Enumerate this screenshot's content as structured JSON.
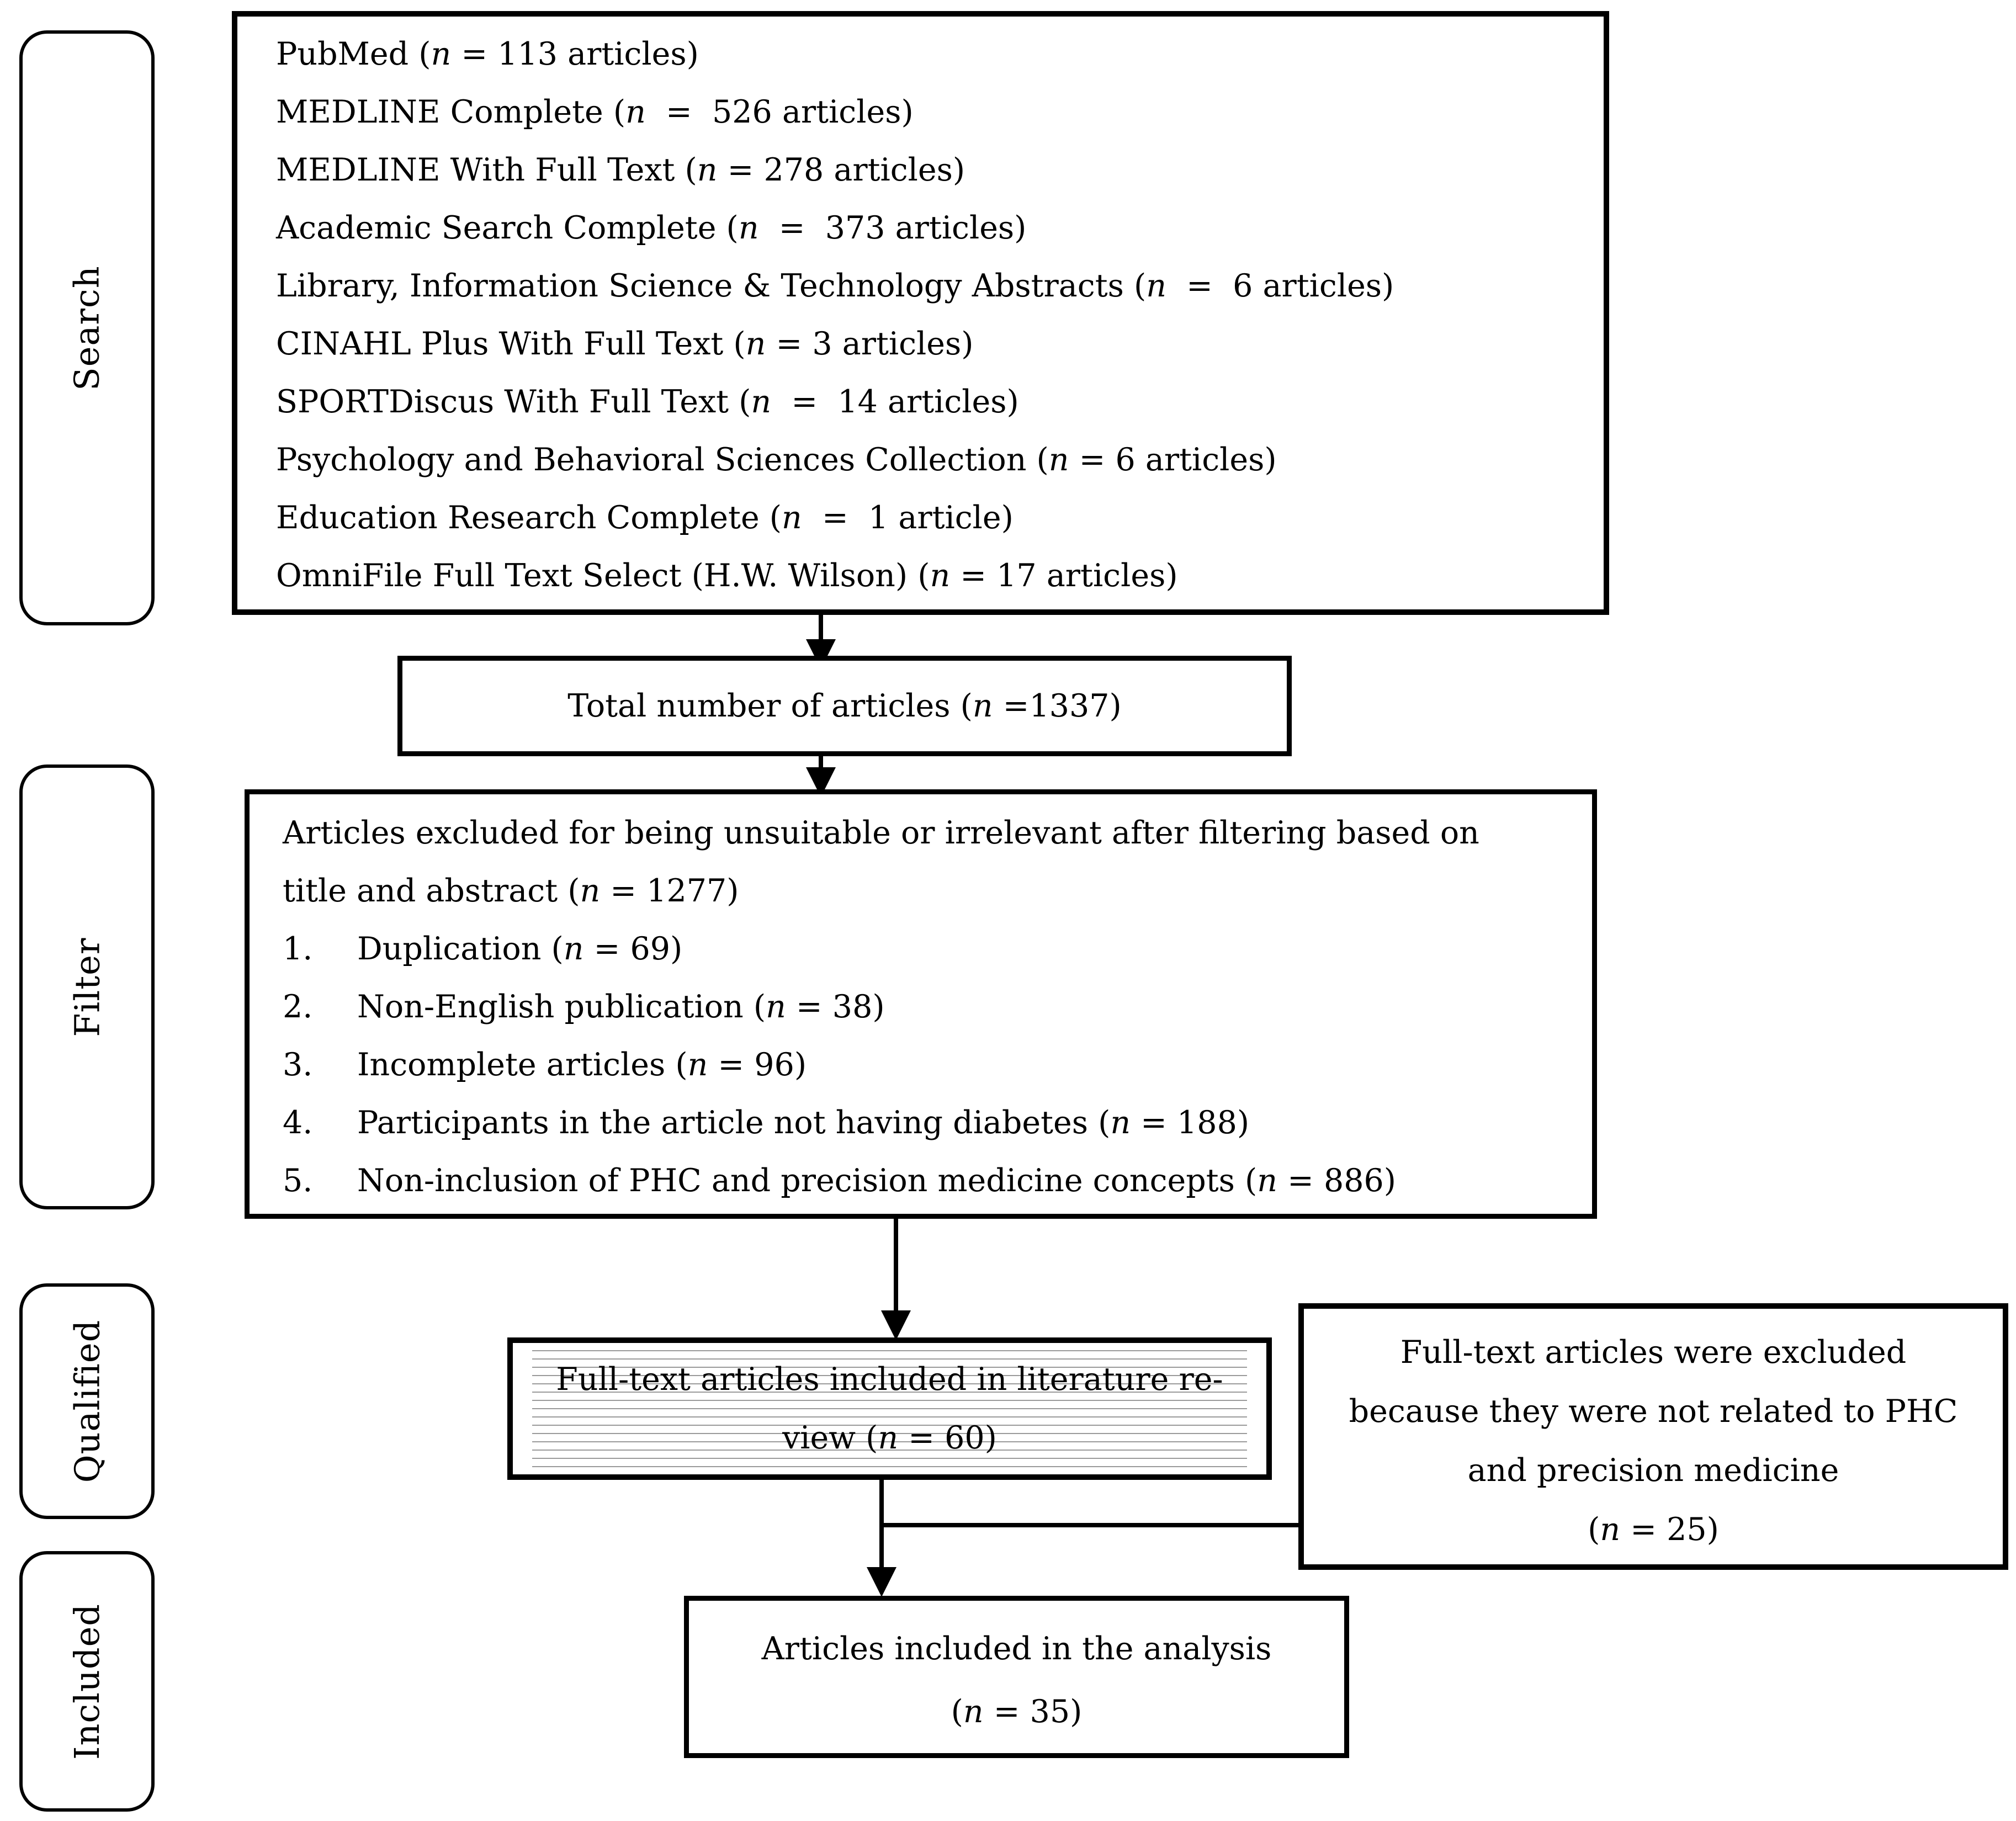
{
  "colors": {
    "ink": "#000000",
    "background": "#ffffff",
    "stripe_shading": "#9a9a9a"
  },
  "stages": [
    {
      "label": "Search"
    },
    {
      "label": "Filter"
    },
    {
      "label": "Qualified"
    },
    {
      "label": "Included"
    }
  ],
  "search_box": {
    "lines": [
      "PubMed (n = 113 articles)",
      "MEDLINE Complete (n  =  526 articles)",
      "MEDLINE With Full Text (n = 278 articles)",
      "Academic Search Complete (n  =  373 articles)",
      "Library, Information Science & Technology Abstracts (n  =  6 articles)",
      "CINAHL Plus With Full Text (n = 3 articles)",
      "SPORTDiscus With Full Text (n  =  14 articles)",
      "Psychology and Behavioral Sciences Collection (n = 6 articles)",
      "Education Research Complete (n  =  1 article)",
      "OmniFile Full Text Select (H.W. Wilson) (n = 17 articles)"
    ]
  },
  "total_box": {
    "text": "Total number of articles (n =1337)"
  },
  "filter_box": {
    "heading_lines": [
      "Articles excluded for being unsuitable or irrelevant after filtering based on",
      "title and abstract (n = 1277)"
    ],
    "items": [
      {
        "num": "1.",
        "text": "Duplication (n = 69)"
      },
      {
        "num": "2.",
        "text": "Non-English publication (n = 38)"
      },
      {
        "num": "3.",
        "text": "Incomplete articles (n = 96)"
      },
      {
        "num": "4.",
        "text": "Participants in the article not having diabetes (n = 188)"
      },
      {
        "num": "5.",
        "text": "Non-inclusion of PHC and precision medicine concepts (n = 886)"
      }
    ]
  },
  "qualified_box": {
    "lines": [
      "Full-text articles included in literature re-",
      "view (n = 60)"
    ]
  },
  "excluded_box": {
    "lines": [
      "Full-text articles were excluded",
      "because they were not related to PHC",
      "and precision medicine",
      "(n = 25)"
    ]
  },
  "included_box": {
    "lines": [
      "Articles included in the analysis",
      "(n = 35)"
    ]
  }
}
